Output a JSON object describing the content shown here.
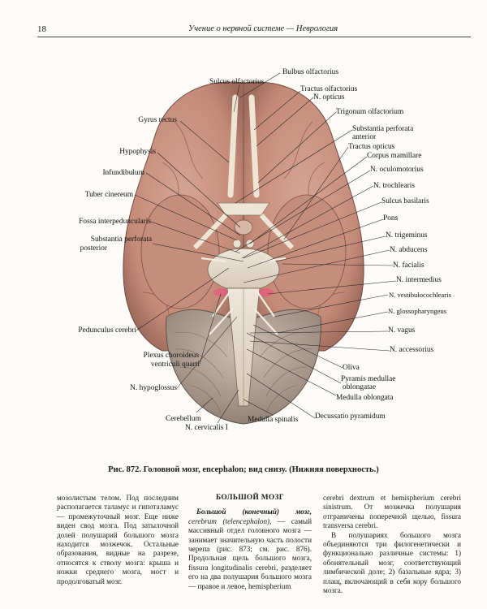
{
  "header": {
    "page_number": "18",
    "running_head": "Учение о нервной системе — Неврология"
  },
  "figure": {
    "labels_left": [
      "Gyrus rectus",
      "Hypophysis",
      "Infundibulum",
      "Tuber cinereum",
      "Fossa interpeduncularis",
      "Substantia perforata",
      "posterior",
      "Pedunculus cerebri",
      "Plexus choroideus",
      "ventriculi quarti",
      "N. hypoglossus"
    ],
    "labels_top": [
      "Bulbus olfactorius",
      "Sulcus olfactorius",
      "Tractus olfactorius"
    ],
    "labels_right": [
      "N. opticus",
      "Trigonum olfactorium",
      "Substantia perforata",
      "anterior",
      "Tractus opticus",
      "Corpus mamillare",
      "N. oculomotorius",
      "N. trochlearis",
      "Sulcus basilaris",
      "Pons",
      "N. trigeminus",
      "N. abducens",
      "N. facialis",
      "N. intermedius",
      "N. vestibulocochlearis",
      "N. glossopharyngeus",
      "N. vagus",
      "N. accessorius",
      "Oliva",
      "Pyramis medullae",
      "oblongatae",
      "Medulla oblongata",
      "Decussatio pyramidum"
    ],
    "labels_bottom": [
      "Cerebellum",
      "N. cervicalis I",
      "Medulla spinalis"
    ]
  },
  "caption": "Рис. 872. Головной мозг, encephalon; вид снизу. (Нижняя поверхность.)",
  "columns": {
    "col1": "мозолистым телом. Под последним располагается таламус и гипоталамус — промежуточный мозг. Еще ниже виден свод мозга. Под затылочной долей полушарий большого мозга находится мозжечок. Остальные образования, видные на разрезе, относятся к стволу мозга: крыша и ножки среднего мозга, мост и продолговатый мозг.",
    "col2_title": "БОЛЬШОЙ МОЗГ",
    "col2_term": "Большой (конечный) мозг,",
    "col2_latin": "cerebrum (telencephalon),",
    "col2_text": "— самый массивный отдел головного мозга — занимает значительную часть полости черепа (рис. 873; см. рис. 876). Продольная щель большого мозга, fissura longitudinalis cerebri, разделяет его на два полушария большого мозга — правое и левое, hemispherium",
    "col3_p1": "cerebri dextrum et hemispherium cerebri sinistrum. От мозжечка полушария отграничены поперечной щелью, fissura transversa cerebri.",
    "col3_p2": "В полушариях большого мозга объединяются три филогенетически и функционально различные системы: 1) обонятельный мозг, соответствующий лимбической доле; 2) базальные ядра; 3) плащ, включающий в себя кору большого мозга."
  },
  "colors": {
    "paper": "#fdfcf9",
    "cortex": "#c98f7e",
    "cerebellum": "#b9a495",
    "brainstem": "#e6dccd",
    "plexus": "#e0607a"
  }
}
